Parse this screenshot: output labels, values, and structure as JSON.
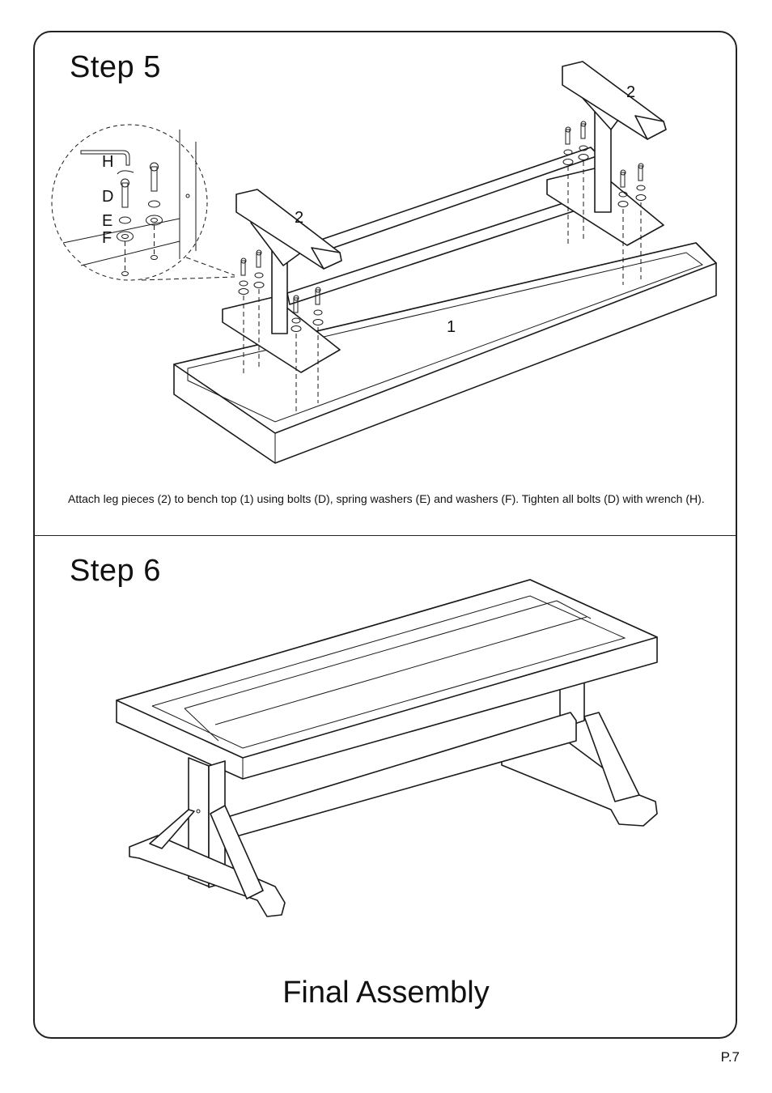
{
  "step5": {
    "title": "Step  5",
    "labels": {
      "part_top": "1",
      "part_leg_right": "2",
      "part_leg_left": "2",
      "H": "H",
      "D": "D",
      "E": "E",
      "F": "F"
    },
    "instruction": "Attach leg pieces (2) to bench top (1) using bolts (D), spring washers (E) and washers (F). Tighten all bolts (D) with wrench (H)."
  },
  "step6": {
    "title": "Step  6",
    "caption": "Final Assembly"
  },
  "page_number": "P.7"
}
